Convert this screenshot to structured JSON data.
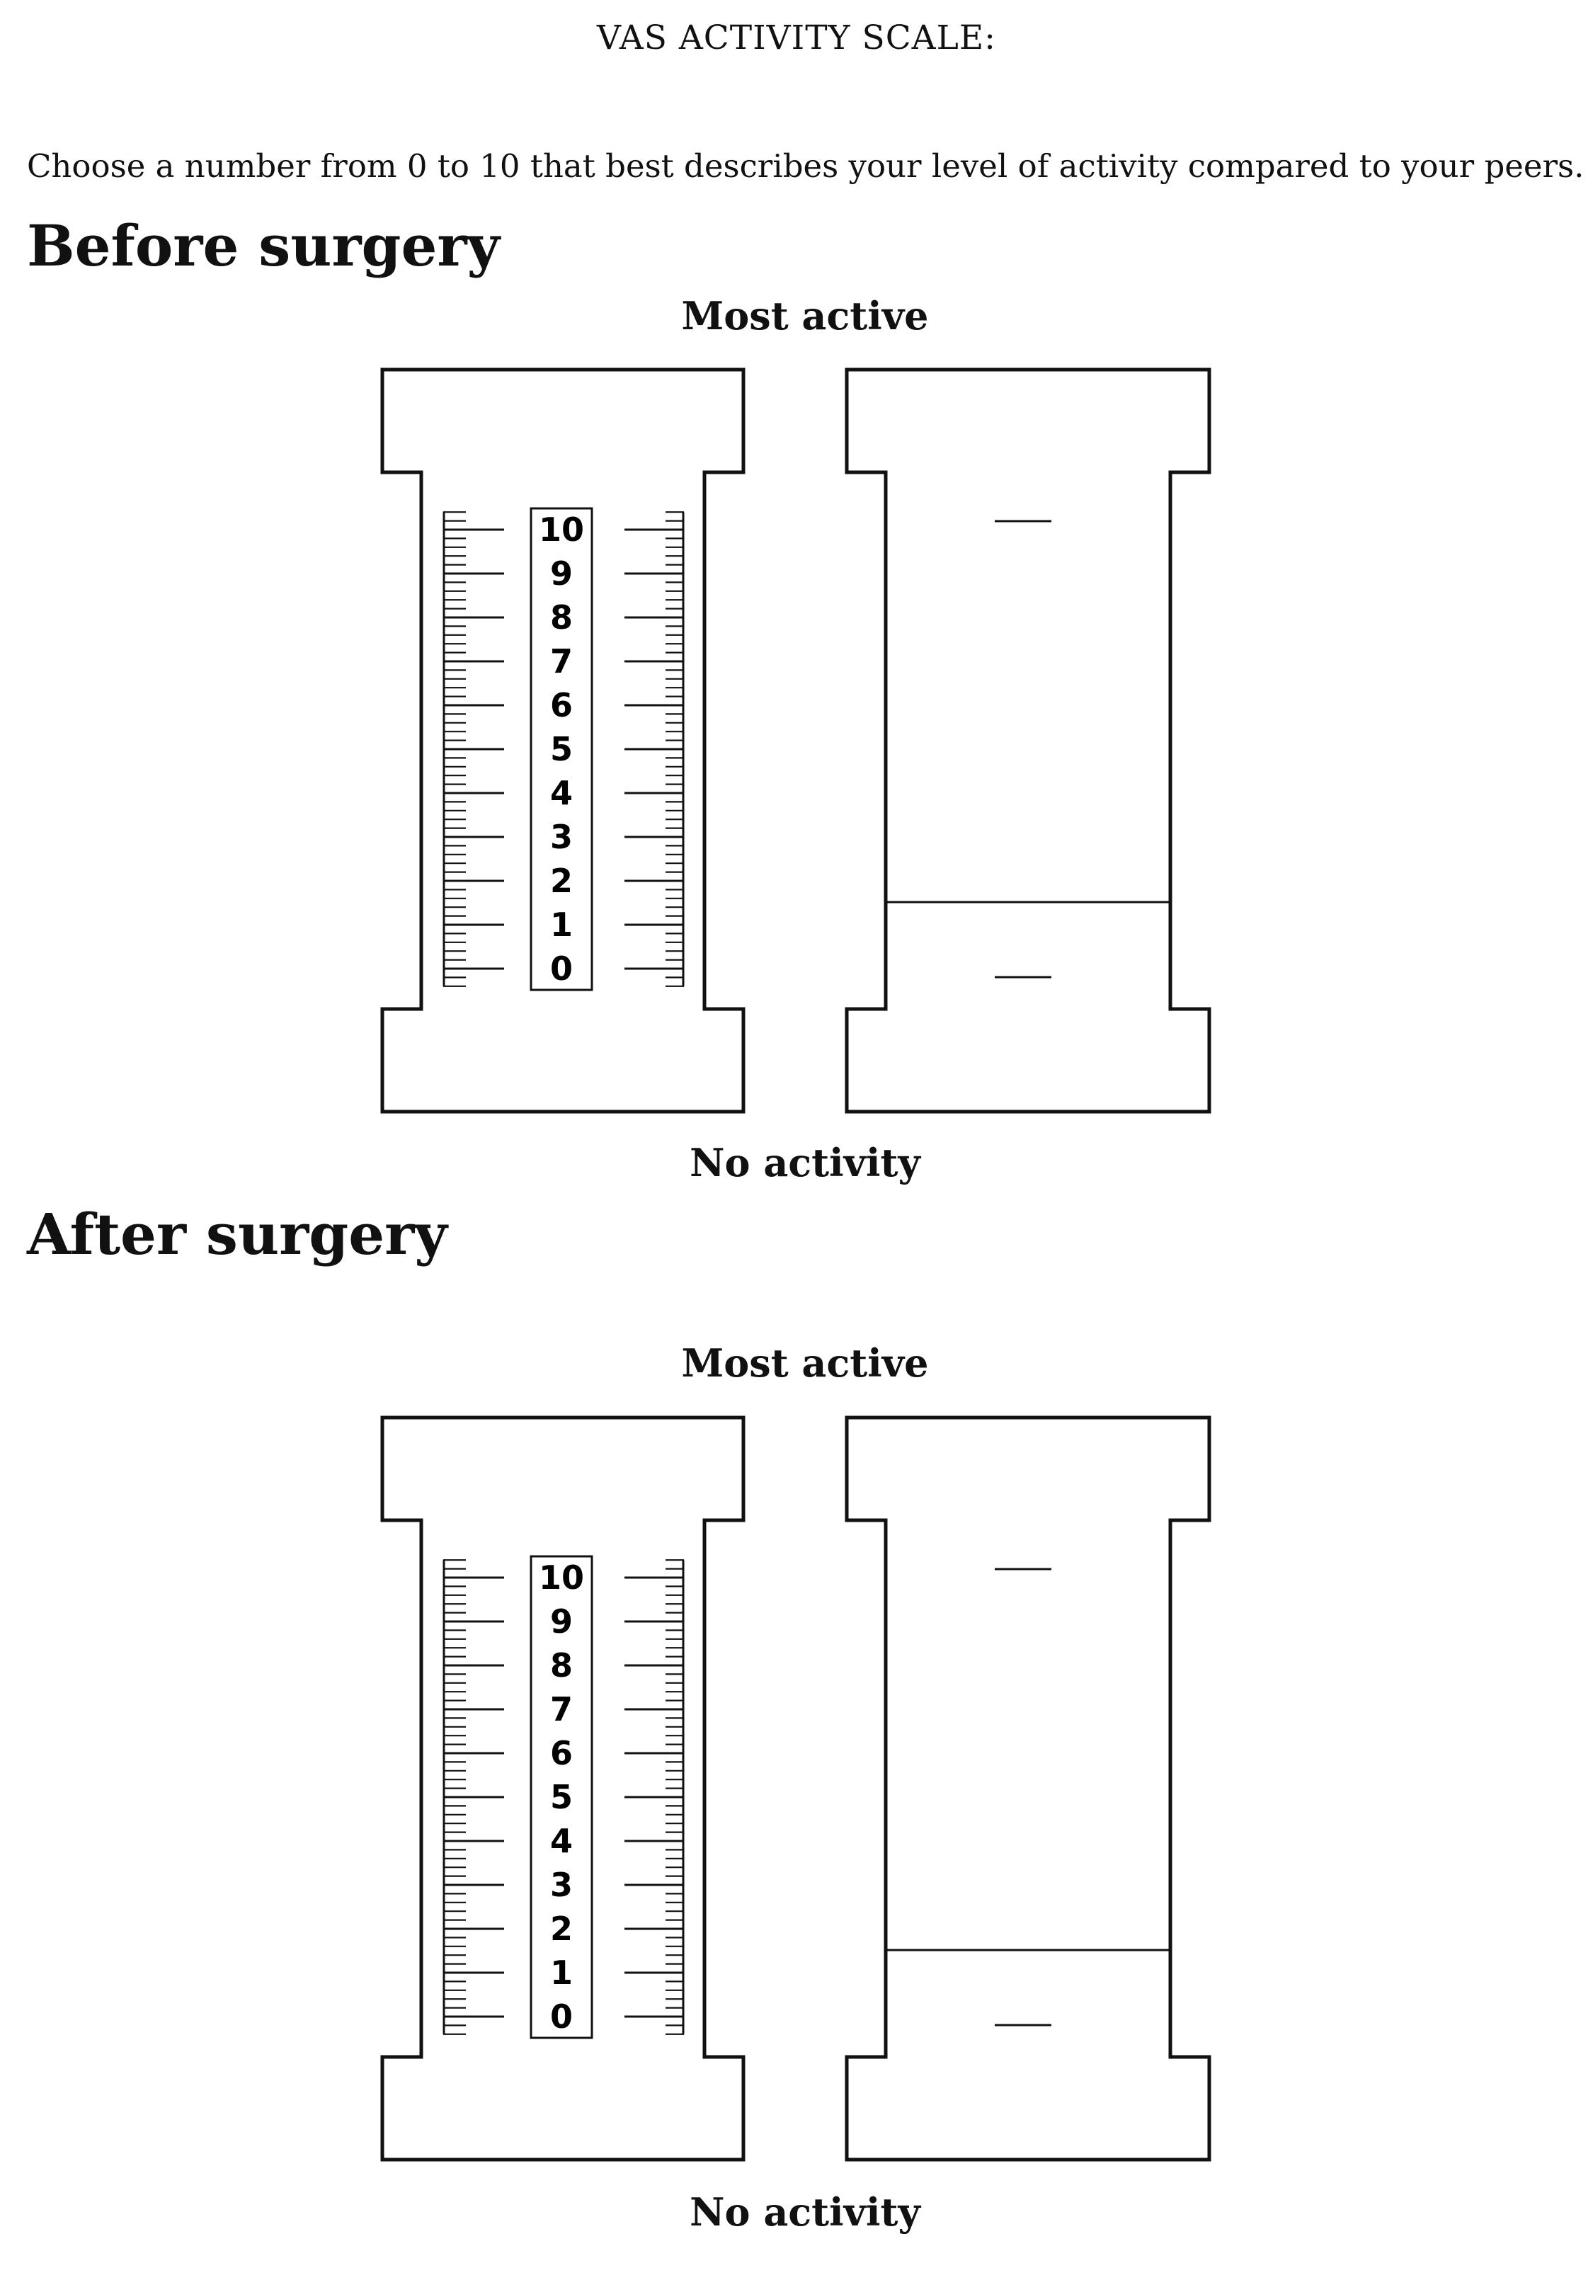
{
  "document": {
    "title": "VAS ACTIVITY SCALE:",
    "instruction": "Choose a number from 0 to 10 that best describes your level of activity compared to your peers."
  },
  "sections": [
    {
      "heading": "Before surgery",
      "top_label": "Most active",
      "bottom_label": "No activity",
      "ruler_numbers": [
        "10",
        "9",
        "8",
        "7",
        "6",
        "5",
        "4",
        "3",
        "2",
        "1",
        "0"
      ],
      "slider_level": 0.2
    },
    {
      "heading": "After surgery",
      "top_label": "Most active",
      "bottom_label": "No activity",
      "ruler_numbers": [
        "10",
        "9",
        "8",
        "7",
        "6",
        "5",
        "4",
        "3",
        "2",
        "1",
        "0"
      ],
      "slider_level": 0.2
    }
  ]
}
